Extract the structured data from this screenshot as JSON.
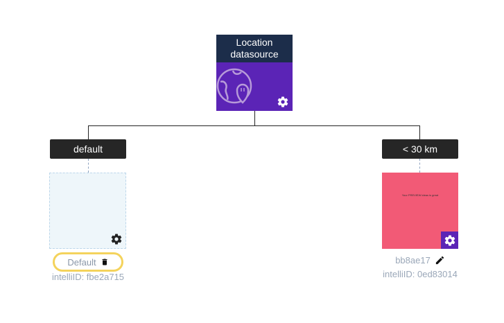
{
  "root": {
    "title": "Location datasource",
    "icon": "globe-location-icon",
    "settings_icon": "gear-icon"
  },
  "branches": [
    {
      "label": "default",
      "card": {
        "color": "#eef6fa",
        "settings_icon": "gear-icon"
      },
      "name": "Default",
      "delete_icon": "trash-icon",
      "intelli_id": "intelliID: fbe2a715"
    },
    {
      "label": "< 30 km",
      "card": {
        "color": "#f25a76",
        "preview_text": "Your PREVIEW ideas is great",
        "settings_icon": "gear-icon"
      },
      "name": "bb8ae17",
      "edit_icon": "pencil-icon",
      "intelli_id": "intelliID: 0ed83014"
    }
  ],
  "colors": {
    "root_header": "#1c2d4a",
    "accent_purple": "#5b24b6",
    "label_bg": "#262626",
    "highlight": "#f4d35c"
  }
}
